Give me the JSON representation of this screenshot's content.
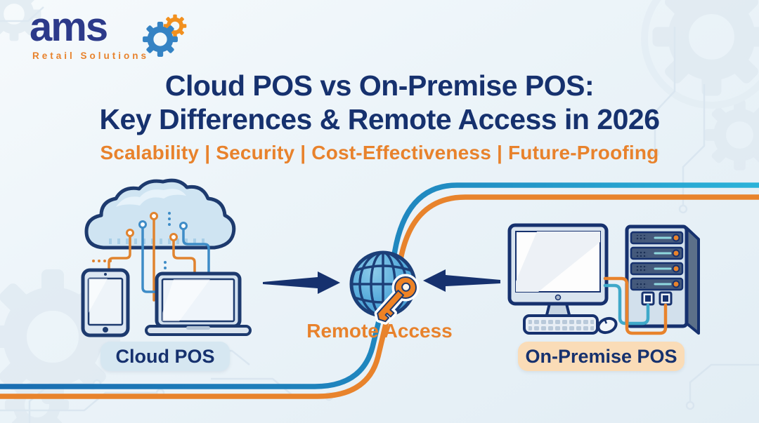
{
  "brand": {
    "name": "ams",
    "tagline": "Retail Solutions"
  },
  "header": {
    "title_line1": "Cloud POS vs On-Premise POS:",
    "title_line2": "Key Differences & Remote Access in 2026",
    "subtitle": "Scalability | Security | Cost-Effectiveness | Future-Proofing"
  },
  "diagram": {
    "left_label": "Cloud POS",
    "center_label": "Remote Access",
    "right_label": "On-Premise POS"
  },
  "colors": {
    "title_navy": "#16316e",
    "brand_navy": "#2c3a8a",
    "accent_orange": "#e8822c",
    "swoosh_blue_start": "#1a6db1",
    "swoosh_blue_end": "#2cb3d9",
    "swoosh_orange": "#e8832c",
    "globe_blue": "#4aa3d8",
    "key_orange": "#ee8224",
    "pill_cloud_bg": "#d6e7f1",
    "pill_onprem_bg": "#fadcb7",
    "background_light_blue": "#ecf4f9"
  },
  "icons": [
    "gear-icon",
    "cloud-icon",
    "tablet-icon",
    "laptop-icon",
    "globe-icon",
    "key-icon",
    "monitor-icon",
    "keyboard-icon",
    "mouse-icon",
    "server-icon",
    "arrow-right-icon",
    "arrow-left-icon",
    "circuit-pattern"
  ]
}
